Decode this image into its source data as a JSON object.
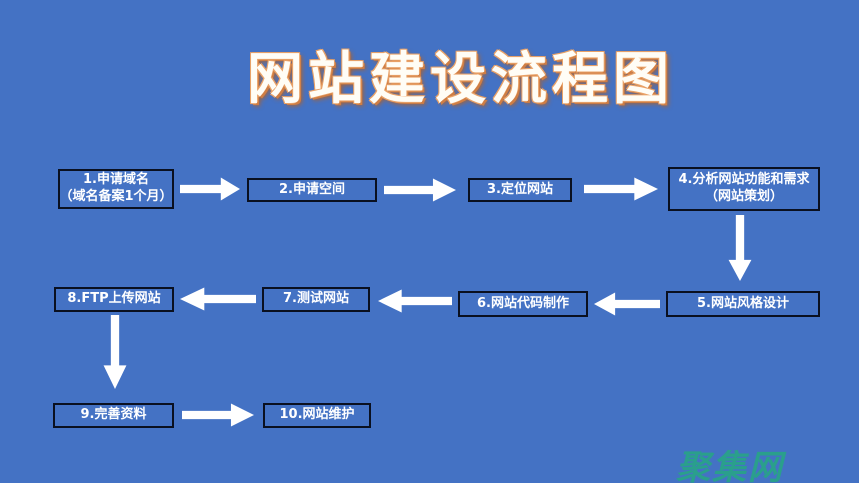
{
  "page": {
    "title": "网站建设流程图",
    "watermark": "聚集网",
    "colors": {
      "background": "#4472c4",
      "box_border": "#0a1020",
      "box_text": "#ffffff",
      "arrow": "#ffffff",
      "title_fill": "#fffdf6",
      "title_glow": "#cf7e45",
      "watermark": "#28a486"
    }
  },
  "boxes": [
    {
      "step": 1,
      "line1": "1.申请域名",
      "line2": "（域名备案1个月）"
    },
    {
      "step": 2,
      "line1": "2.申请空间"
    },
    {
      "step": 3,
      "line1": "3.定位网站"
    },
    {
      "step": 4,
      "line1": "4.分析网站功能和需求",
      "line2": "（网站策划）"
    },
    {
      "step": 5,
      "line1": "5.网站风格设计"
    },
    {
      "step": 6,
      "line1": "6.网站代码制作"
    },
    {
      "step": 7,
      "line1": "7.测试网站"
    },
    {
      "step": 8,
      "line1": "8.FTP上传网站"
    },
    {
      "step": 9,
      "line1": "9.完善资料"
    },
    {
      "step": 10,
      "line1": "10.网站维护"
    }
  ],
  "flows": [
    {
      "from": 1,
      "to": 2,
      "direction": "right"
    },
    {
      "from": 2,
      "to": 3,
      "direction": "right"
    },
    {
      "from": 3,
      "to": 4,
      "direction": "right"
    },
    {
      "from": 4,
      "to": 5,
      "direction": "down"
    },
    {
      "from": 5,
      "to": 6,
      "direction": "left"
    },
    {
      "from": 6,
      "to": 7,
      "direction": "left"
    },
    {
      "from": 7,
      "to": 8,
      "direction": "left"
    },
    {
      "from": 8,
      "to": 9,
      "direction": "down"
    },
    {
      "from": 9,
      "to": 10,
      "direction": "right"
    }
  ]
}
